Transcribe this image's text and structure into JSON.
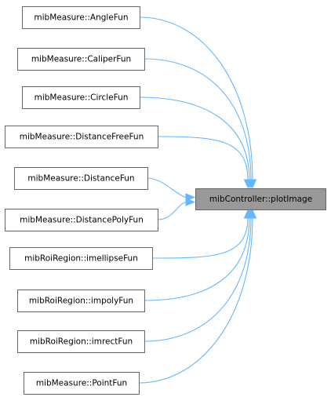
{
  "graph": {
    "target": {
      "label": "mibController::plotImage"
    },
    "callers": [
      {
        "id": "angle",
        "label": "mibMeasure::AngleFun"
      },
      {
        "id": "caliper",
        "label": "mibMeasure::CaliperFun"
      },
      {
        "id": "circle",
        "label": "mibMeasure::CircleFun"
      },
      {
        "id": "distancefree",
        "label": "mibMeasure::DistanceFreeFun"
      },
      {
        "id": "distance",
        "label": "mibMeasure::DistanceFun"
      },
      {
        "id": "distancepoly",
        "label": "mibMeasure::DistancePolyFun"
      },
      {
        "id": "imellipse",
        "label": "mibRoiRegion::imellipseFun"
      },
      {
        "id": "impoly",
        "label": "mibRoiRegion::impolyFun"
      },
      {
        "id": "imrect",
        "label": "mibRoiRegion::imrectFun"
      },
      {
        "id": "point",
        "label": "mibMeasure::PointFun"
      }
    ],
    "colors": {
      "edge": "#63b8ff",
      "node_border": "#666666",
      "target_fill": "#999999"
    }
  }
}
